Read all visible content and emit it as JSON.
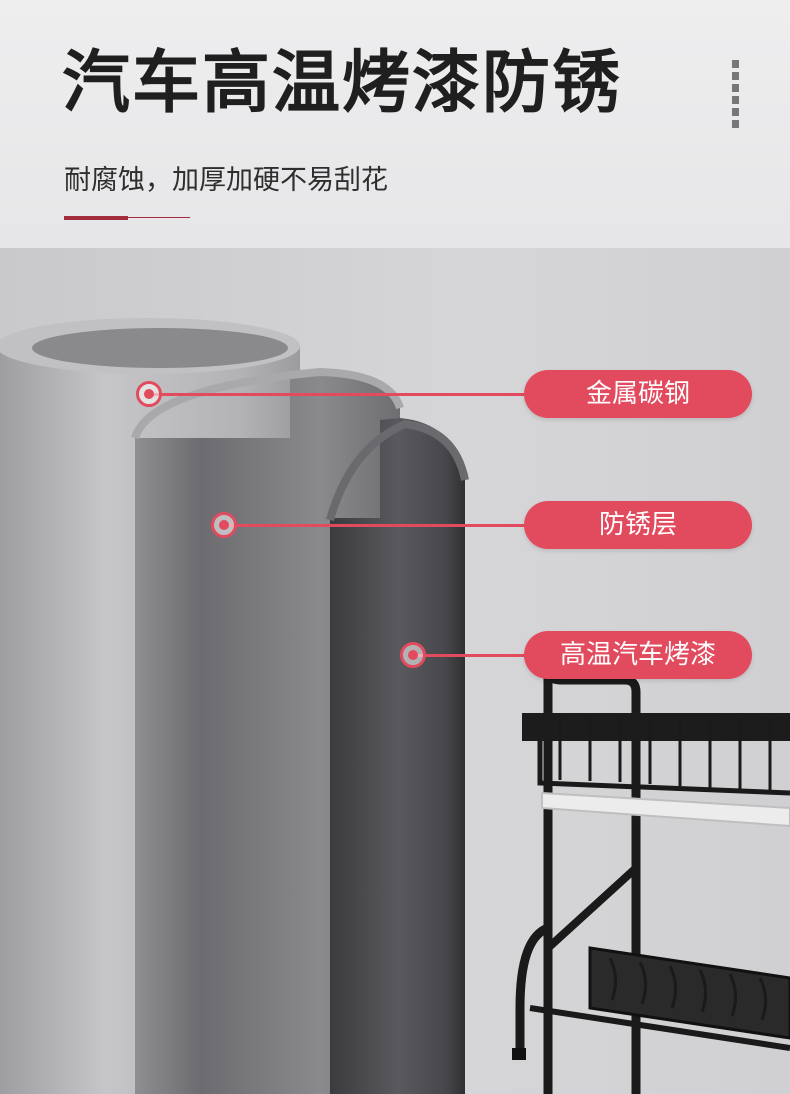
{
  "header": {
    "title": "汽车高温烤漆防锈",
    "subtitle": "耐腐蚀，加厚加硬不易刮花"
  },
  "labels": {
    "layer_1": "金属碳钢",
    "layer_2": "防锈层",
    "layer_3": "高温汽车烤漆"
  },
  "colors": {
    "accent": "#e24a5e",
    "divider": "#a32d3c",
    "title": "#1f1f1f"
  }
}
